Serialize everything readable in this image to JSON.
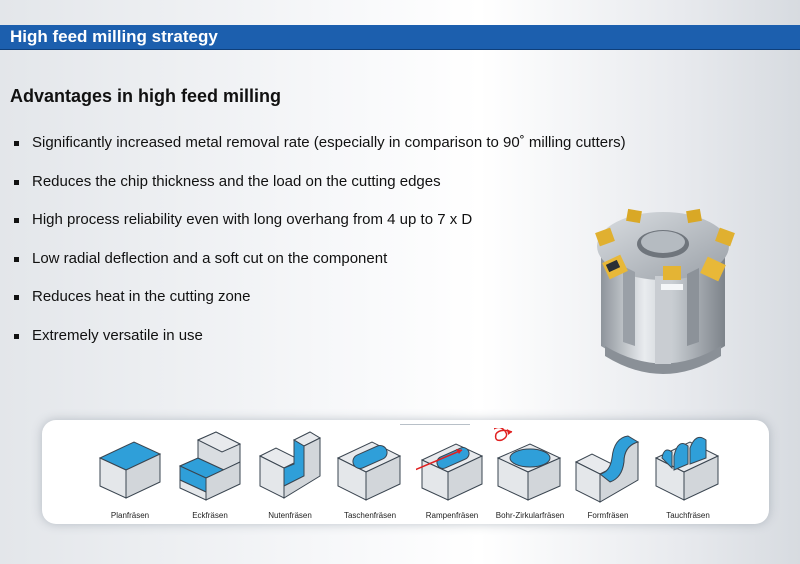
{
  "header": {
    "title": "High feed milling strategy"
  },
  "subtitle": "Advantages in high feed milling",
  "bullets": [
    "Significantly increased metal removal rate (especially in comparison to 90˚  milling cutters)",
    "Reduces the chip thickness and the load on the cutting edges",
    "High process reliability even with long overhang from 4 up to 7 x D",
    "Low radial deflection and a soft cut on the component",
    "Reduces heat in the cutting zone",
    "Extremely versatile in use"
  ],
  "operations": [
    {
      "label": "Planfräsen"
    },
    {
      "label": "Eckfräsen"
    },
    {
      "label": "Nutenfräsen"
    },
    {
      "label": "Taschenfräsen"
    },
    {
      "label": "Rampenfräsen"
    },
    {
      "label": "Bohr-Zirkularfräsen"
    },
    {
      "label": "Formfräsen"
    },
    {
      "label": "Tauchfräsen"
    }
  ],
  "colors": {
    "header_bar": "#1c5fae",
    "machined_surface": "#2f9fd9",
    "block_face": "#e4e7ea",
    "insert_gold": "#e0b030",
    "arrow_red": "#e02020"
  }
}
